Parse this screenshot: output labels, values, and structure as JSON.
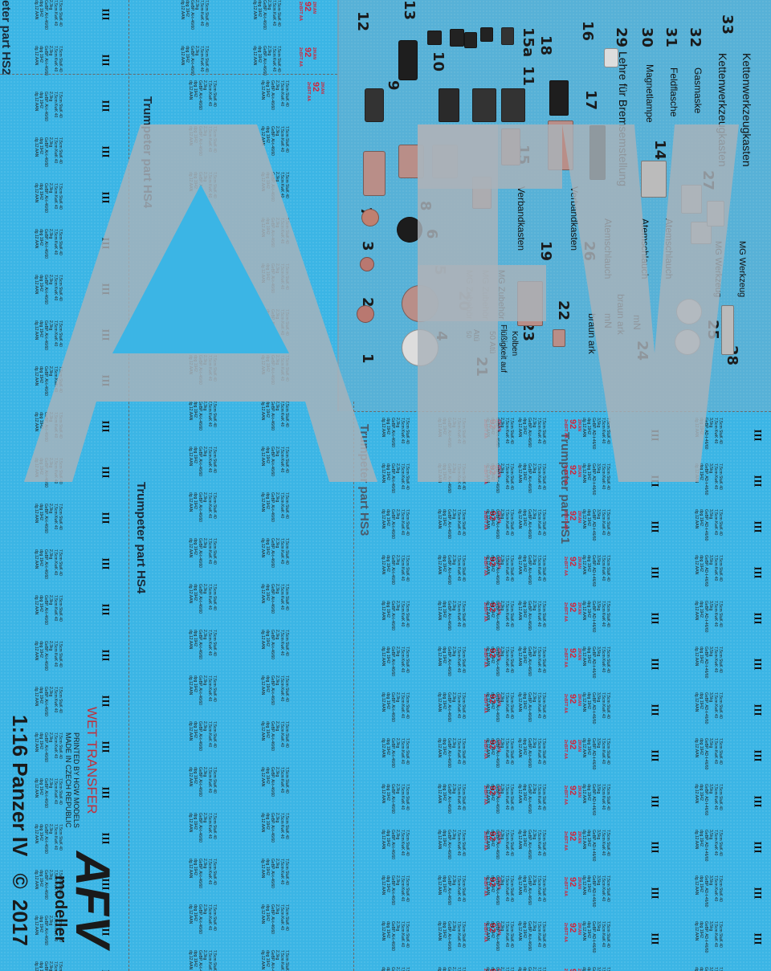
{
  "sheet": {
    "title": "1:16 Panzer IV",
    "copyright_symbol": "©",
    "year": "2017",
    "brand": "AFV",
    "brand_sub": "modeller",
    "wet_transfer": "WET TRANSFER",
    "printed_by": "PRINTED BY HGW MODELS",
    "made_in": "MADE IN CZECH REPUBLIC",
    "top_left_label": "eter part HS2"
  },
  "part_labels": {
    "hs4_top": "Trumpeter part HS4",
    "hs4_bottom": "Trumpeter part HS4",
    "hs3": "Trumpeter part HS3",
    "hs1": "Trumpeter part HS1"
  },
  "stencils": {
    "line1": "7,5cm StuK 40",
    "line2": "7,5cm KwK 40",
    "line3": "2,3kg",
    "line4": "GeBP. Al-t-46/60",
    "line5": "dpg 1942",
    "line6": "dg.12.AAN",
    "alt3": "3,5kg",
    "alt4": "GeBP. AD-t-46/60",
    "alt6": "dg.12.AAN",
    "red1": "92",
    "red2": "2/KAN",
    "red3": "2nBFT AA",
    "roman": "III"
  },
  "decal_numbers": [
    "1",
    "2",
    "3",
    "4",
    "5",
    "6",
    "7",
    "8",
    "9",
    "10",
    "11",
    "12",
    "13",
    "14",
    "15",
    "15a",
    "16",
    "17",
    "18",
    "19",
    "20",
    "21",
    "22",
    "23",
    "24",
    "25",
    "26",
    "27",
    "28",
    "29",
    "30",
    "31",
    "32",
    "33"
  ],
  "labels": {
    "mg_zubehor": "MG Zubehör",
    "atu": "Atü",
    "atu_value": "50",
    "flussigkeit": "Flüßigkeit auf",
    "kolben": "Kolben",
    "verbandkasten": "Verbandkasten",
    "braun_ark": "braun ark",
    "mn": "mN",
    "atemschlauch": "Atemschlauch",
    "mg_werkzeug": "MG Werkzeug",
    "lehre": "Lehre für Bremsemstellung",
    "magnetlampe": "Magnetlampe",
    "feldflasche": "Feldflasche",
    "gasmaske": "Gasmaske",
    "kettenwerkzeugkasten": "Kettenwerkzeugkasten"
  },
  "colors": {
    "background": "#3bb5e5",
    "stencil_red": "#d1243a",
    "watermark": "#a9b2b9",
    "wet_transfer_red": "#c0303c"
  }
}
